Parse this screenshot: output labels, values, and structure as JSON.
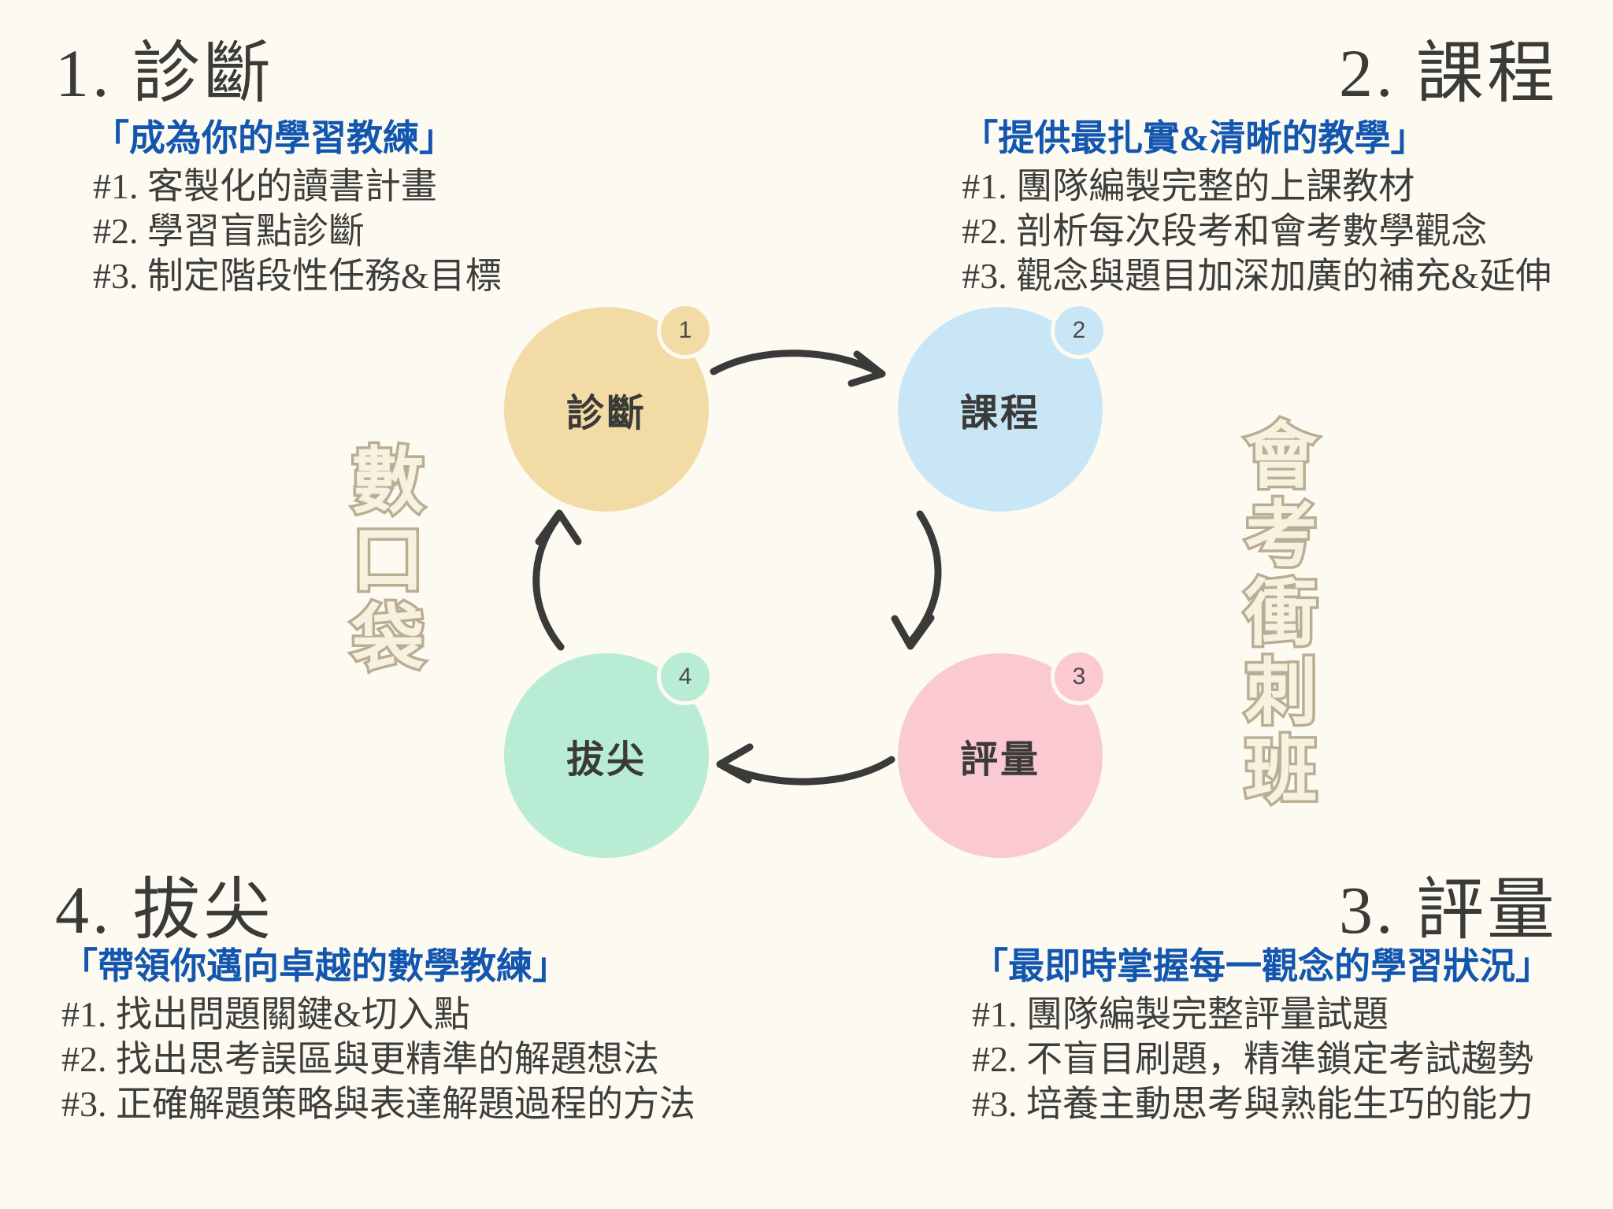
{
  "page": {
    "background_color": "#fdfbf1",
    "accent_slogan_color": "#1356b0",
    "text_color": "#3a3a38",
    "outline_text_color": "#b9ae93"
  },
  "sections": {
    "s1": {
      "title": "1. 診斷",
      "slogan": "「成為你的學習教練」",
      "bullets": [
        "#1. 客製化的讀書計畫",
        "#2. 學習盲點診斷",
        "#3. 制定階段性任務&目標"
      ]
    },
    "s2": {
      "title": "2. 課程",
      "slogan": "「提供最扎實&清晰的教學」",
      "bullets": [
        "#1. 團隊編製完整的上課教材",
        "#2. 剖析每次段考和會考數學觀念",
        "#3. 觀念與題目加深加廣的補充&延伸"
      ]
    },
    "s3": {
      "title": "3. 評量",
      "slogan": "「最即時掌握每一觀念的學習狀況」",
      "bullets": [
        "#1. 團隊編製完整評量試題",
        "#2. 不盲目刷題，精準鎖定考試趨勢",
        "#3. 培養主動思考與熟能生巧的能力"
      ]
    },
    "s4": {
      "title": "4. 拔尖",
      "slogan": "「帶領你邁向卓越的數學教練」",
      "bullets": [
        "#1. 找出問題關鍵&切入點",
        "#2. 找出思考誤區與更精準的解題想法",
        "#3. 正確解題策略與表達解題過程的方法"
      ]
    }
  },
  "cycle": {
    "nodes": [
      {
        "id": 1,
        "label": "診斷",
        "number": "1",
        "color": "#f3dba6"
      },
      {
        "id": 2,
        "label": "課程",
        "number": "2",
        "color": "#c9e6f7"
      },
      {
        "id": 3,
        "label": "評量",
        "number": "3",
        "color": "#fac9d2"
      },
      {
        "id": 4,
        "label": "拔尖",
        "number": "4",
        "color": "#b9ecd4"
      }
    ]
  },
  "brand": {
    "left_vertical": "數口袋",
    "right_vertical": "會考衝刺班"
  }
}
